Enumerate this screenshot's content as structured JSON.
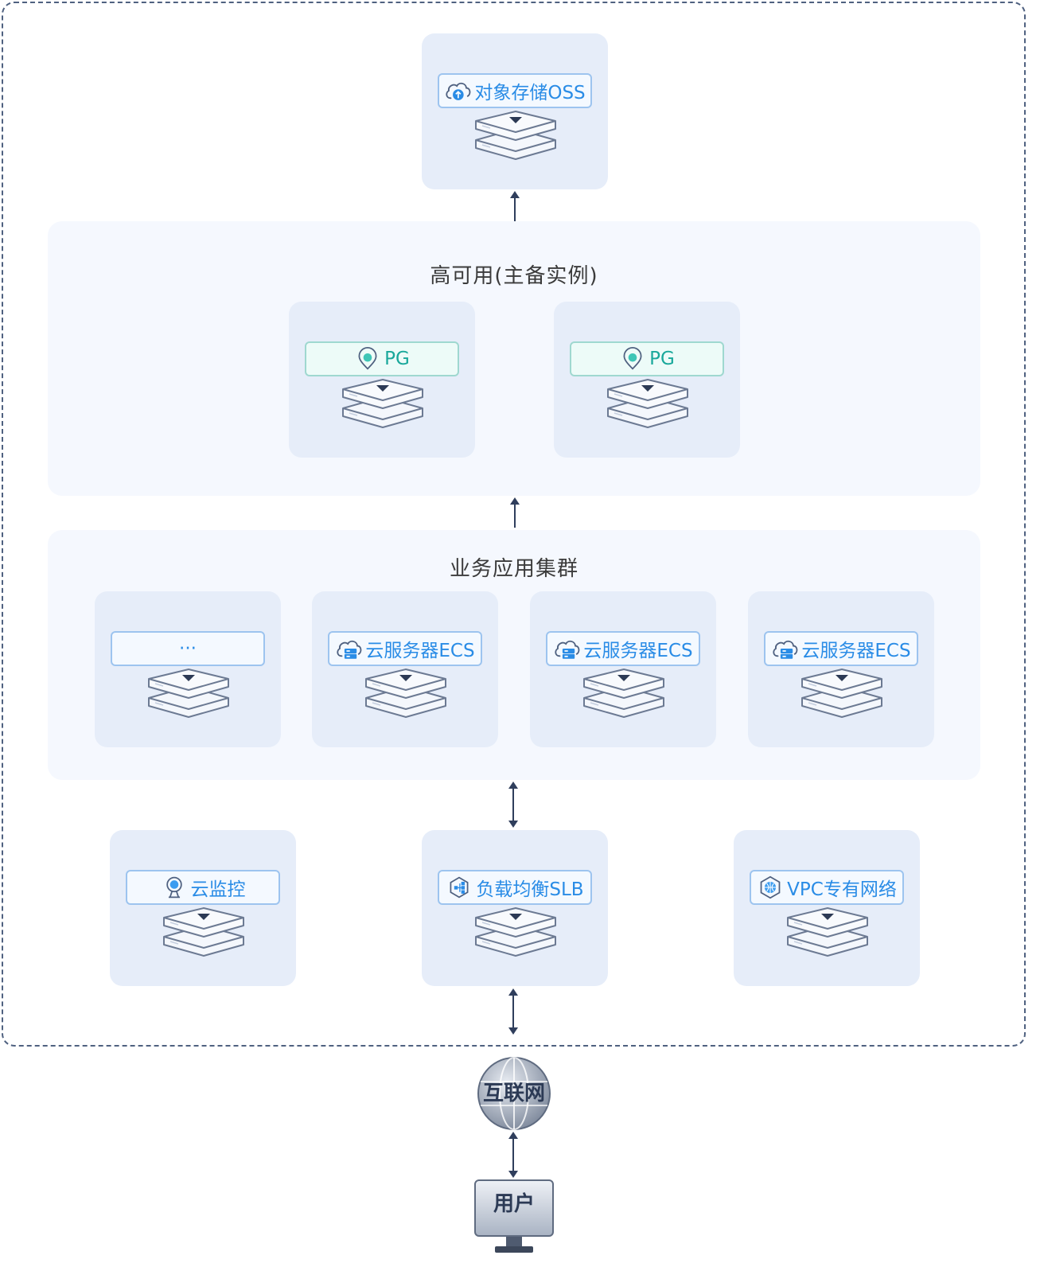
{
  "diagram": {
    "oss": {
      "label": "对象存储OSS"
    },
    "ha_group": {
      "title": "高可用(主备实例)",
      "instances": [
        {
          "label": "PG"
        },
        {
          "label": "PG"
        }
      ]
    },
    "app_group": {
      "title": "业务应用集群",
      "nodes": [
        {
          "label": "···"
        },
        {
          "label": "云服务器ECS"
        },
        {
          "label": "云服务器ECS"
        },
        {
          "label": "云服务器ECS"
        }
      ]
    },
    "services": {
      "monitor": {
        "label": "云监控"
      },
      "slb": {
        "label": "负载均衡SLB"
      },
      "vpc": {
        "label": "VPC专有网络"
      }
    },
    "internet": {
      "label": "互联网"
    },
    "user": {
      "label": "用户"
    }
  },
  "colors": {
    "frame": "#4f6180",
    "group_bg": "#f5f8fe",
    "card_bg": "#e6edf9",
    "label_blue": "#2a8ce6",
    "label_teal": "#1aa89b",
    "arrow": "#2f3e5c"
  }
}
